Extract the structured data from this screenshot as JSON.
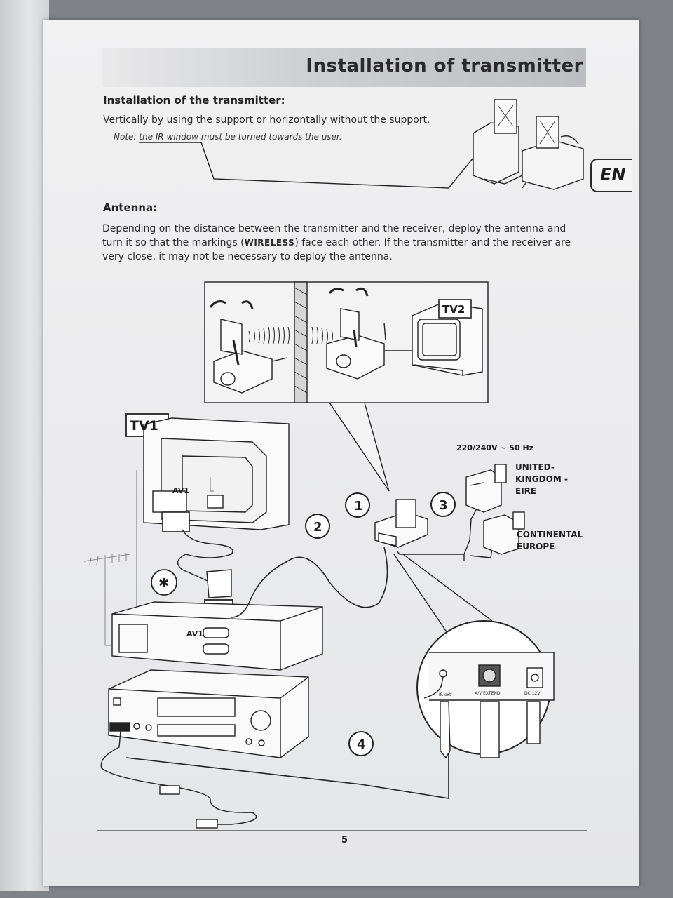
{
  "page_title": "Installation of transmitter",
  "language_tab": "EN",
  "section1": {
    "heading": "Installation of the transmitter:",
    "body": "Vertically by using the support or horizontally without the support.",
    "note": "Note: the IR window must be turned towards the user."
  },
  "section2": {
    "heading": "Antenna:",
    "body_before": "Depending on the distance between the transmitter and the receiver, deploy the antenna and turn it so that the markings (",
    "body_strong": "WIRELESS",
    "body_after": ") face each other. If the transmitter and the receiver are very close, it may not be necessary to deploy the antenna."
  },
  "diagram": {
    "tv2_label": "TV2",
    "tv1_label": "TV1",
    "av1_tv": "AV1",
    "av1_vcr": "AV1",
    "step1": "1",
    "step2": "2",
    "step3": "3",
    "step4": "4",
    "asterisk": "✱",
    "power_spec": "220/240V ~ 50 Hz",
    "region_uk_1": "UNITED-",
    "region_uk_2": "KINGDOM -",
    "region_uk_3": "EIRE",
    "region_eu_1": "CONTINENTAL",
    "region_eu_2": "EUROPE",
    "port_ir": "IR ext",
    "port_av": "A/V EXTEND",
    "port_dc": "DC 12V"
  },
  "page_number": "5"
}
